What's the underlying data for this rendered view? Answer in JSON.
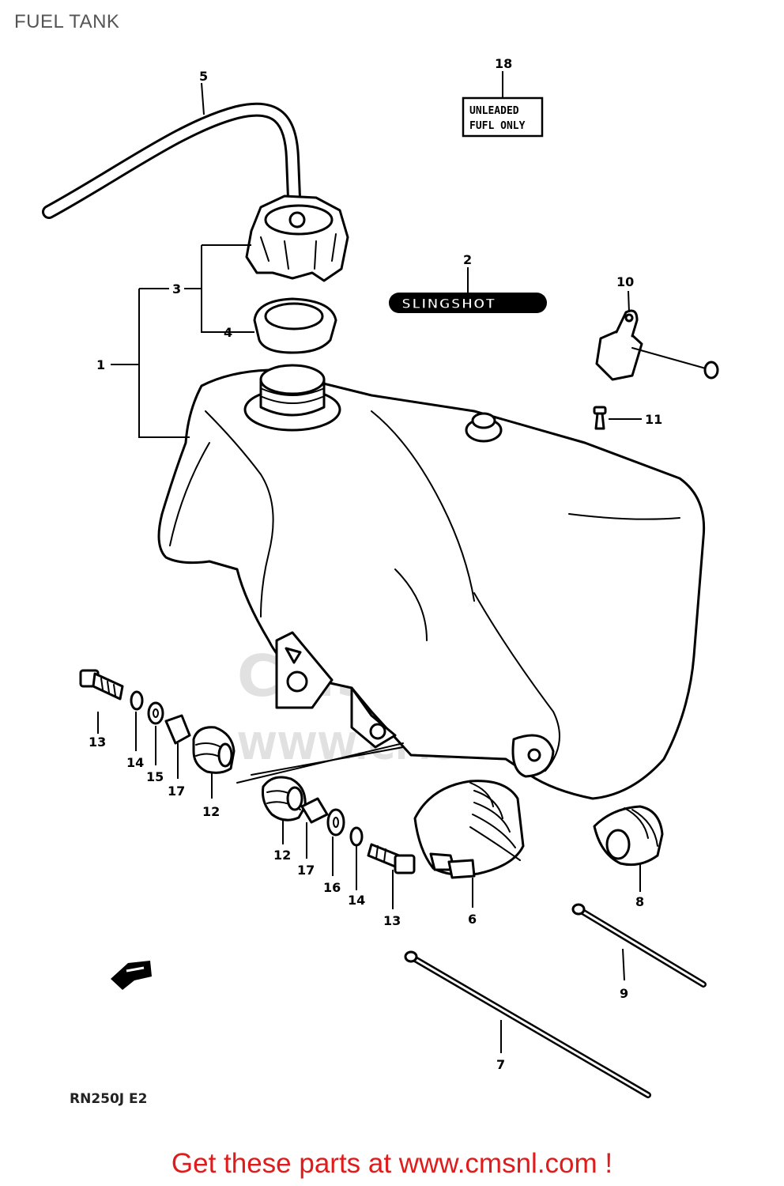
{
  "title": "FUEL TANK",
  "model_code": "RN250J  E2",
  "footer_link": "Get these parts at www.cmsnl.com !",
  "label_18": {
    "line1": "UNLEADED",
    "line2": "FUFL ONLY"
  },
  "decal_2_text": "SLINGSHOT",
  "watermark_text": "WWW.CMSNL.COM",
  "callouts": {
    "c1": "1",
    "c2": "2",
    "c3": "3",
    "c4": "4",
    "c5": "5",
    "c6": "6",
    "c7": "7",
    "c8": "8",
    "c9": "9",
    "c10": "10",
    "c11": "11",
    "c12a": "12",
    "c12b": "12",
    "c13a": "13",
    "c13b": "13",
    "c14a": "14",
    "c14b": "14",
    "c15": "15",
    "c16": "16",
    "c17a": "17",
    "c17b": "17",
    "c18": "18"
  },
  "colors": {
    "link": "#e01b1b",
    "title": "#555555",
    "watermark": "#dddddd"
  }
}
